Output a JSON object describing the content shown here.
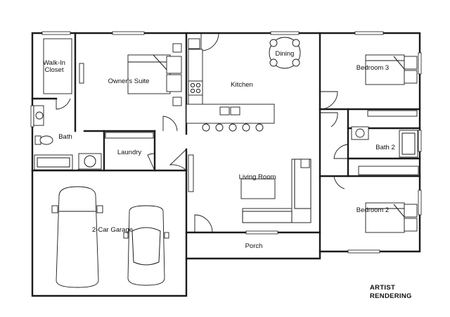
{
  "rooms": {
    "walk_in_closet": [
      "Walk-In",
      "Closet"
    ],
    "owners_suite": "Owner's Suite",
    "kitchen": "Kitchen",
    "dining": "Dining",
    "bedroom_3": "Bedroom 3",
    "bath": "Bath",
    "laundry": "Laundry",
    "bath_2": "Bath 2",
    "living_room": "Living Room",
    "garage": "2-Car Garage",
    "bedroom_2": "Bedroom 2",
    "porch": "Porch"
  },
  "note": [
    "ARTIST",
    "RENDERING"
  ]
}
